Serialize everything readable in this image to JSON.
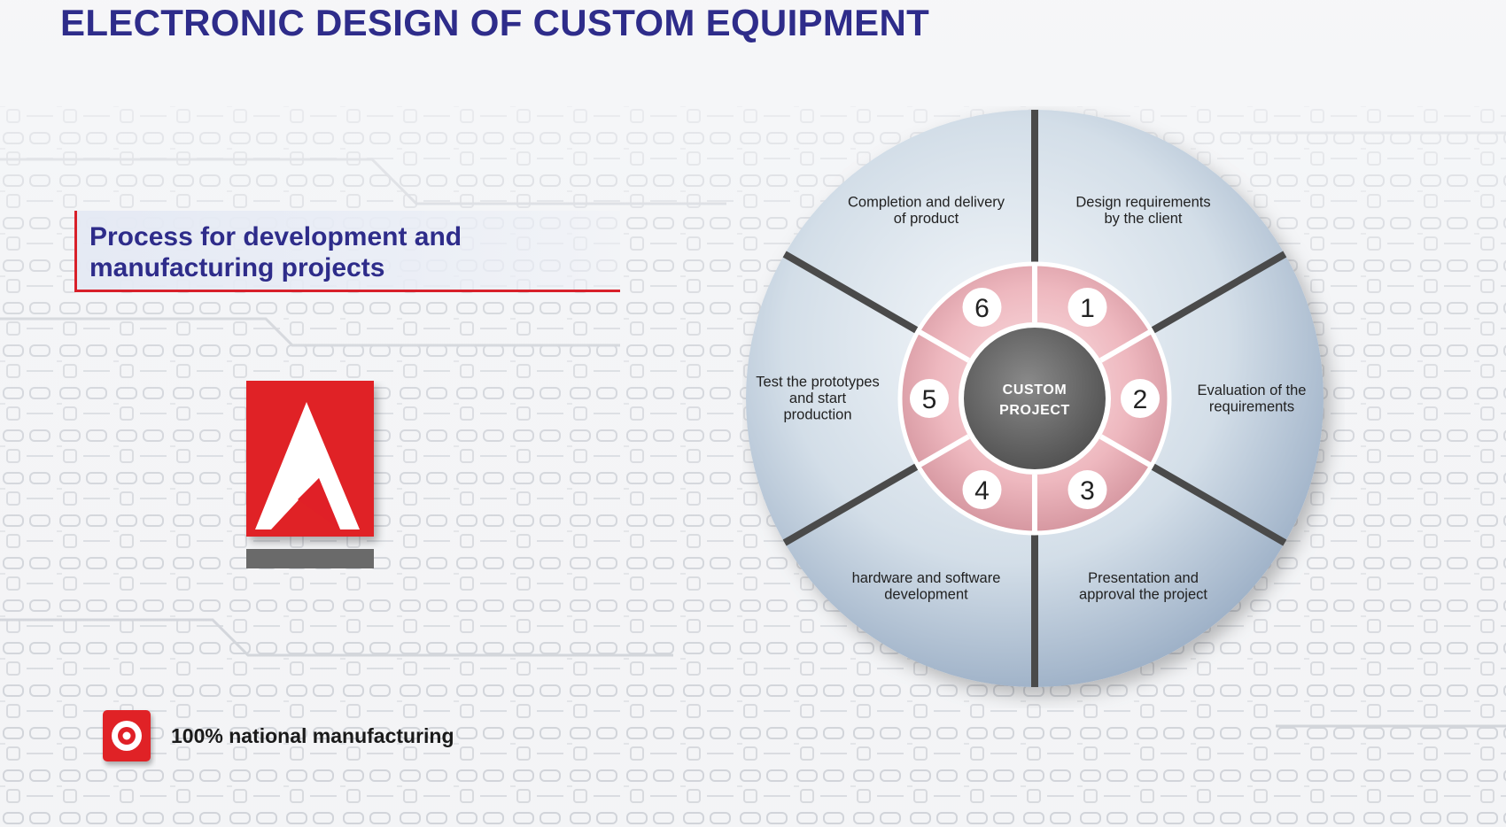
{
  "title": "ELECTRONIC DESIGN OF CUSTOM EQUIPMENT",
  "subtitle": {
    "line1": "Process for development and",
    "line2": "manufacturing projects"
  },
  "badge": {
    "text": "100% national manufacturing",
    "icon": "target-icon"
  },
  "logo": {
    "icon": "triangle-a-logo"
  },
  "wheel": {
    "center": {
      "line1": "CUSTOM",
      "line2": "PROJECT"
    },
    "steps": [
      {
        "number": "1",
        "lines": [
          "Design requirements",
          "by the client"
        ]
      },
      {
        "number": "2",
        "lines": [
          "Evaluation of the",
          "requirements"
        ]
      },
      {
        "number": "3",
        "lines": [
          "Presentation and",
          "approval the project"
        ]
      },
      {
        "number": "4",
        "lines": [
          "hardware and software",
          "development"
        ]
      },
      {
        "number": "5",
        "lines": [
          "Test the prototypes",
          "and start",
          "production"
        ]
      },
      {
        "number": "6",
        "lines": [
          "Completion and delivery",
          "of product"
        ]
      }
    ]
  },
  "colors": {
    "title_blue": "#2e2c8a",
    "accent_red": "#d8202a",
    "divider_gray": "#4a4a4a",
    "center_gray": "#6b6b6b"
  }
}
